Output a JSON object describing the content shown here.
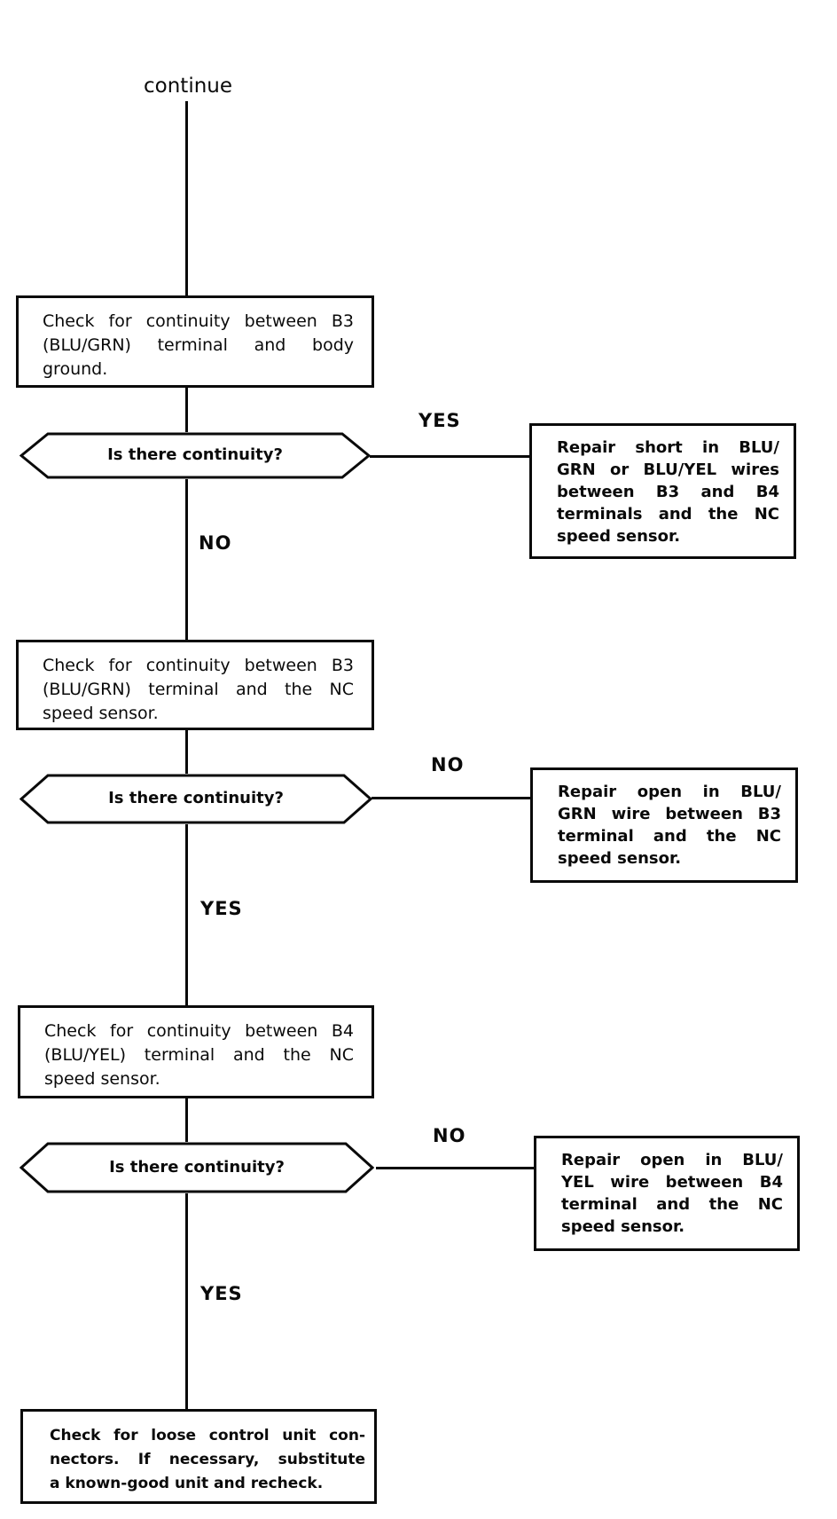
{
  "flowchart": {
    "entry_label": "continue",
    "decision_question": "Is there continuity?",
    "labels": {
      "yes": "YES",
      "no": "NO"
    },
    "steps": {
      "check1": {
        "lines": [
          "Check for continuity between B3",
          "(BLU/GRN) terminal and body",
          "ground."
        ]
      },
      "decision1": {
        "question": "Is there continuity?",
        "right_branch": "YES",
        "down_branch": "NO"
      },
      "repair1": {
        "lines": [
          "Repair short in BLU/",
          "GRN or BLU/YEL wires",
          "between B3 and B4",
          "terminals and the NC",
          "speed sensor."
        ]
      },
      "check2": {
        "lines": [
          "Check for continuity between B3",
          "(BLU/GRN) terminal and the NC",
          "speed sensor."
        ]
      },
      "decision2": {
        "question": "Is there continuity?",
        "right_branch": "NO",
        "down_branch": "YES"
      },
      "repair2": {
        "lines": [
          "Repair open in BLU/",
          "GRN wire between B3",
          "terminal and the NC",
          "speed sensor."
        ]
      },
      "check3": {
        "lines": [
          "Check for continuity between B4",
          "(BLU/YEL) terminal and the NC",
          "speed sensor."
        ]
      },
      "decision3": {
        "question": "Is there continuity?",
        "right_branch": "NO",
        "down_branch": "YES"
      },
      "repair3": {
        "lines": [
          "Repair open in BLU/",
          "YEL wire between B4",
          "terminal and the NC",
          "speed sensor."
        ]
      },
      "final": {
        "lines": [
          "Check for loose control unit con-",
          "nectors. If necessary, substitute",
          "a known-good unit and recheck."
        ]
      }
    },
    "colors": {
      "line": "#000000",
      "background": "#ffffff"
    }
  }
}
